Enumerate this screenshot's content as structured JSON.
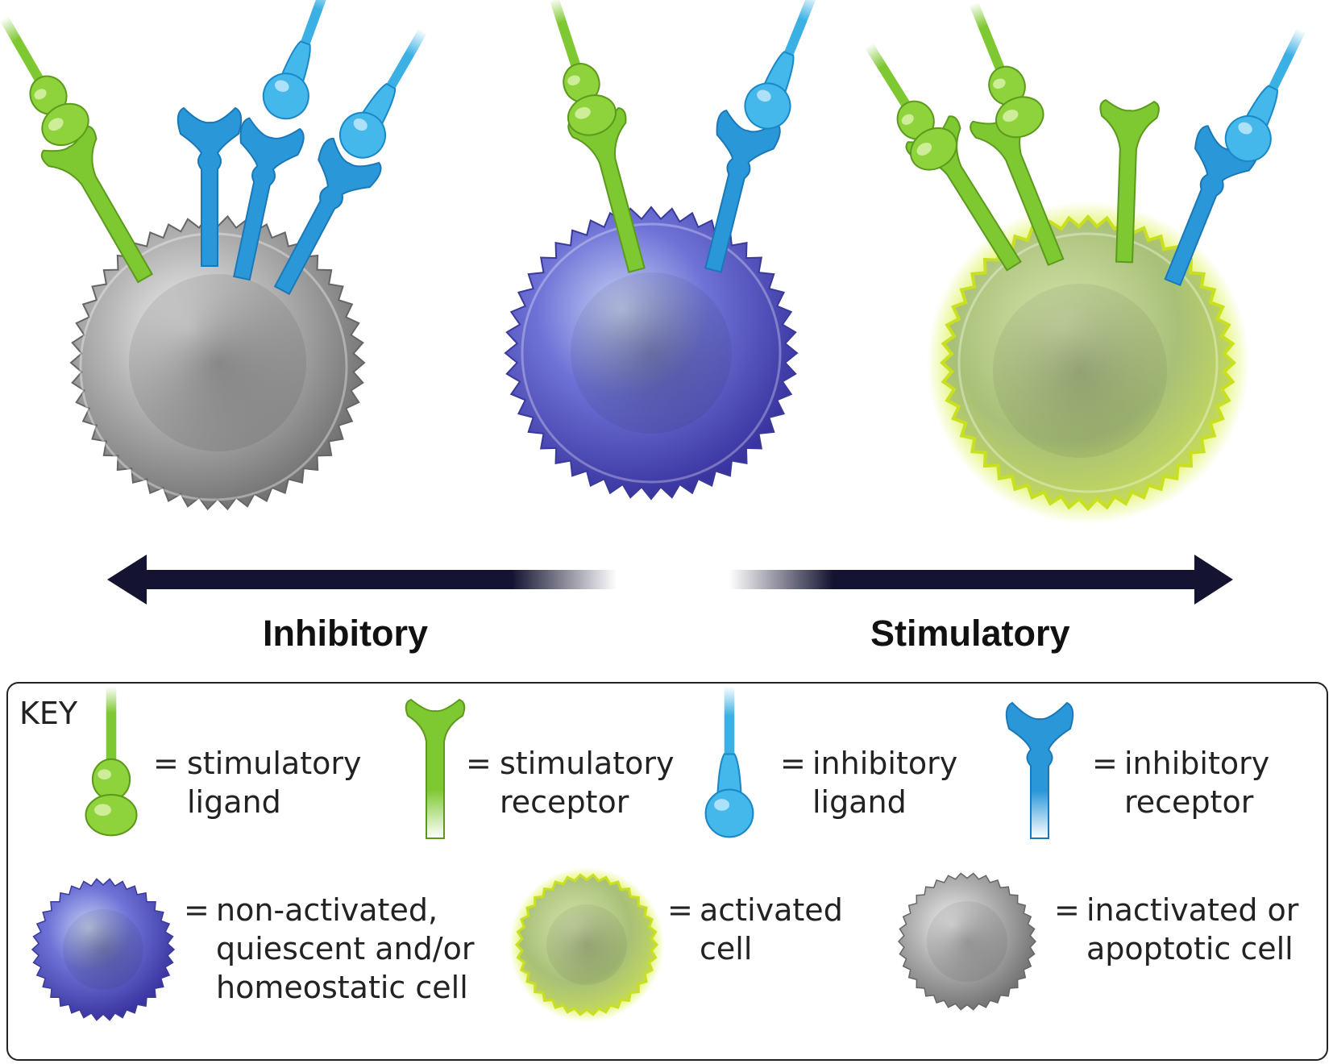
{
  "axis": {
    "left_label": "Inhibitory",
    "right_label": "Stimulatory"
  },
  "key": {
    "title": "KEY",
    "eq": "=",
    "molecules": [
      {
        "line1": "stimulatory",
        "line2": "ligand",
        "color": "#7ec832",
        "icon": "stimulatory-ligand-icon"
      },
      {
        "line1": "stimulatory",
        "line2": "receptor",
        "color": "#7ec832",
        "icon": "stimulatory-receptor-icon"
      },
      {
        "line1": "inhibitory",
        "line2": "ligand",
        "color": "#3aaee0",
        "icon": "inhibitory-ligand-icon"
      },
      {
        "line1": "inhibitory",
        "line2": "receptor",
        "color": "#2a98d8",
        "icon": "inhibitory-receptor-icon"
      }
    ],
    "cells": [
      {
        "line1": "non-activated,",
        "line2": "quiescent and/or",
        "line3": "homeostatic cell",
        "color": "#5a5cc8",
        "icon": "quiescent-cell-icon"
      },
      {
        "line1": "activated",
        "line2": "cell",
        "color": "#c8e040",
        "icon": "activated-cell-icon"
      },
      {
        "line1": "inactivated or",
        "line2": "apoptotic cell",
        "color": "#9a9a9a",
        "icon": "apoptotic-cell-icon"
      }
    ]
  },
  "colors": {
    "arrow": "#141432",
    "stimulatory": "#7ec832",
    "inhibitory": "#2a98d8"
  }
}
